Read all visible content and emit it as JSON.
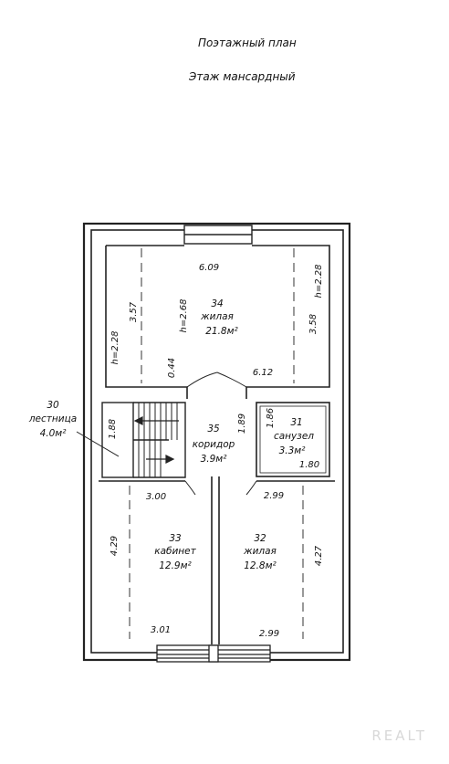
{
  "header": {
    "title": "Поэтажный план",
    "subtitle": "Этаж мансардный"
  },
  "rooms": {
    "r34": {
      "number": "34",
      "name": "жилая",
      "area": "21.8м²"
    },
    "r35": {
      "number": "35",
      "name": "коридор",
      "area": "3.9м²"
    },
    "r31": {
      "number": "31",
      "name": "санузел",
      "area": "3.3м²"
    },
    "r30": {
      "number": "30",
      "name": "лестница",
      "area": "4.0м²"
    },
    "r33": {
      "number": "33",
      "name": "кабинет",
      "area": "12.9м²"
    },
    "r32": {
      "number": "32",
      "name": "жилая",
      "area": "12.8м²"
    }
  },
  "dims": {
    "top_width": "6.09",
    "left_height_34": "3.57",
    "h_left": "h=2.28",
    "h_center": "h=2.68",
    "h_right": "h=2.28",
    "right_height_34": "3.58",
    "bottom_width_34": "6.12",
    "gap": "0.44",
    "stair_height": "1.88",
    "corridor_height": "1.89",
    "wc_height": "1.86",
    "wc_width": "1.80",
    "w33_top": "3.00",
    "w32_top": "2.99",
    "h33": "4.29",
    "h32": "4.27",
    "w33_bottom": "3.01",
    "w32_bottom": "2.99"
  },
  "watermark": "REALT"
}
